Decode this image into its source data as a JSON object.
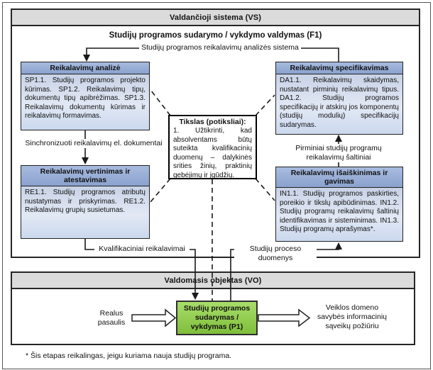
{
  "controlling_system": {
    "title": "Valdančioji sistema (VS)",
    "f1_title": "Studijų programos sudarymo / vykdymo valdymas (F1)",
    "system_label": "Studijų programos reikalavimų analizės sistema"
  },
  "process_boxes": {
    "analize": {
      "title": "Reikalavimų analizė",
      "body": "SP1.1. Studijų programos projekto kūrimas. SP1.2. Reikalavimų tipų, dokumentų tipų apibrėžimas. SP1.3. Reikalavimų dokumentų kūrimas ir reikalavimų formavimas."
    },
    "specifikavimas": {
      "title": "Reikalavimų specifikavimas",
      "body": "DA1.1. Reikalavimų skaidymas, nustatant pirminių reikalavimų tipus. DA1.2. Studijų programos specifikacijų ir atskirų jos komponentų (studijų modulių) specifikacijų sudarymas."
    },
    "vertinimas": {
      "title": "Reikalavimų vertinimas ir atestavimas",
      "body": "RE1.1. Studijų programos atributų nustatymas ir priskyrimas. RE1.2. Reikalavimų grupių susietumas."
    },
    "isaiskinimas": {
      "title": "Reikalavimų išaiškinimas ir gavimas",
      "body": "IN1.1. Studijų programos paskirties, poreikio ir tikslų apibūdinimas. IN1.2. Studijų programų reikalavimų šaltinių identifikavimas ir sisteminimas. IN1.3. Studijų programų aprašymas*."
    }
  },
  "goal_box": {
    "title": "Tikslas (potiksliai):",
    "body": "1. Užtikrinti, kad absolventams būtų suteikta kvalifikacinių duomenų – dalykinės srities žinių, praktinių gebėjimų ir įgūdžių."
  },
  "flow_labels": {
    "sinchronizuoti": "Sinchronizuoti reikalavimų el. dokumentai",
    "pirminiai": "Pirminiai studijų programų\nreikalavimų šaltiniai",
    "kvalifikaciniai": "Kvalifikaciniai reikalavimai",
    "studiju_proceso": "Studijų proceso duomenys"
  },
  "controlled_object": {
    "title": "Valdomasis objektas (VO)",
    "process": "Studijų programos\nsudarymas /\nvykdymas (P1)",
    "input_label": "Realus\npasaulis",
    "output_label": "Veiklos domeno\nsavybės informacinių\nsąveikų požiūriu"
  },
  "footnote": "* Šis etapas reikalingas, jeigu kuriama nauja studijų programa.",
  "colors": {
    "band_fill": "#DBDBDB",
    "blue_header": "#8AA2CE",
    "blue_body": "#CBD8EE",
    "green_process": "#8FCE4E",
    "line": "#1a1a1a"
  }
}
